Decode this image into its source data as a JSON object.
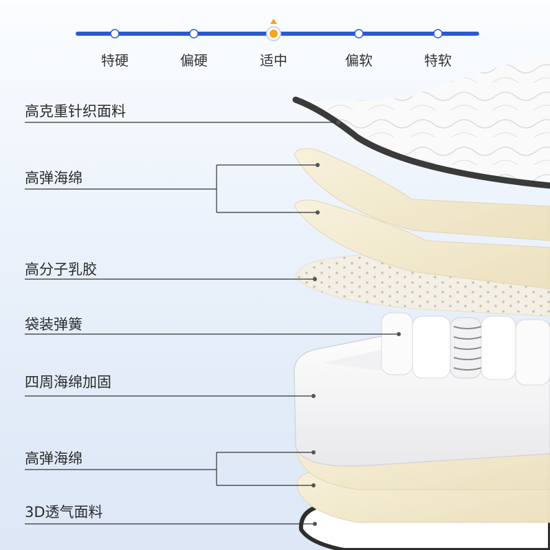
{
  "firmness_scale": {
    "levels": [
      "特硬",
      "偏硬",
      "适中",
      "偏软",
      "特软"
    ],
    "selected": "适中",
    "track_color": "#2c58d6",
    "active_color": "#f5a623"
  },
  "layers": {
    "knit_fabric": "高克重针织面料",
    "high_resilience_foam_top": "高弹海绵",
    "latex": "高分子乳胶",
    "pocket_springs": "袋装弹簧",
    "edge_support_foam": "四周海绵加固",
    "high_resilience_foam_bottom": "高弹海绵",
    "breathable_fabric": "3D透气面料"
  }
}
